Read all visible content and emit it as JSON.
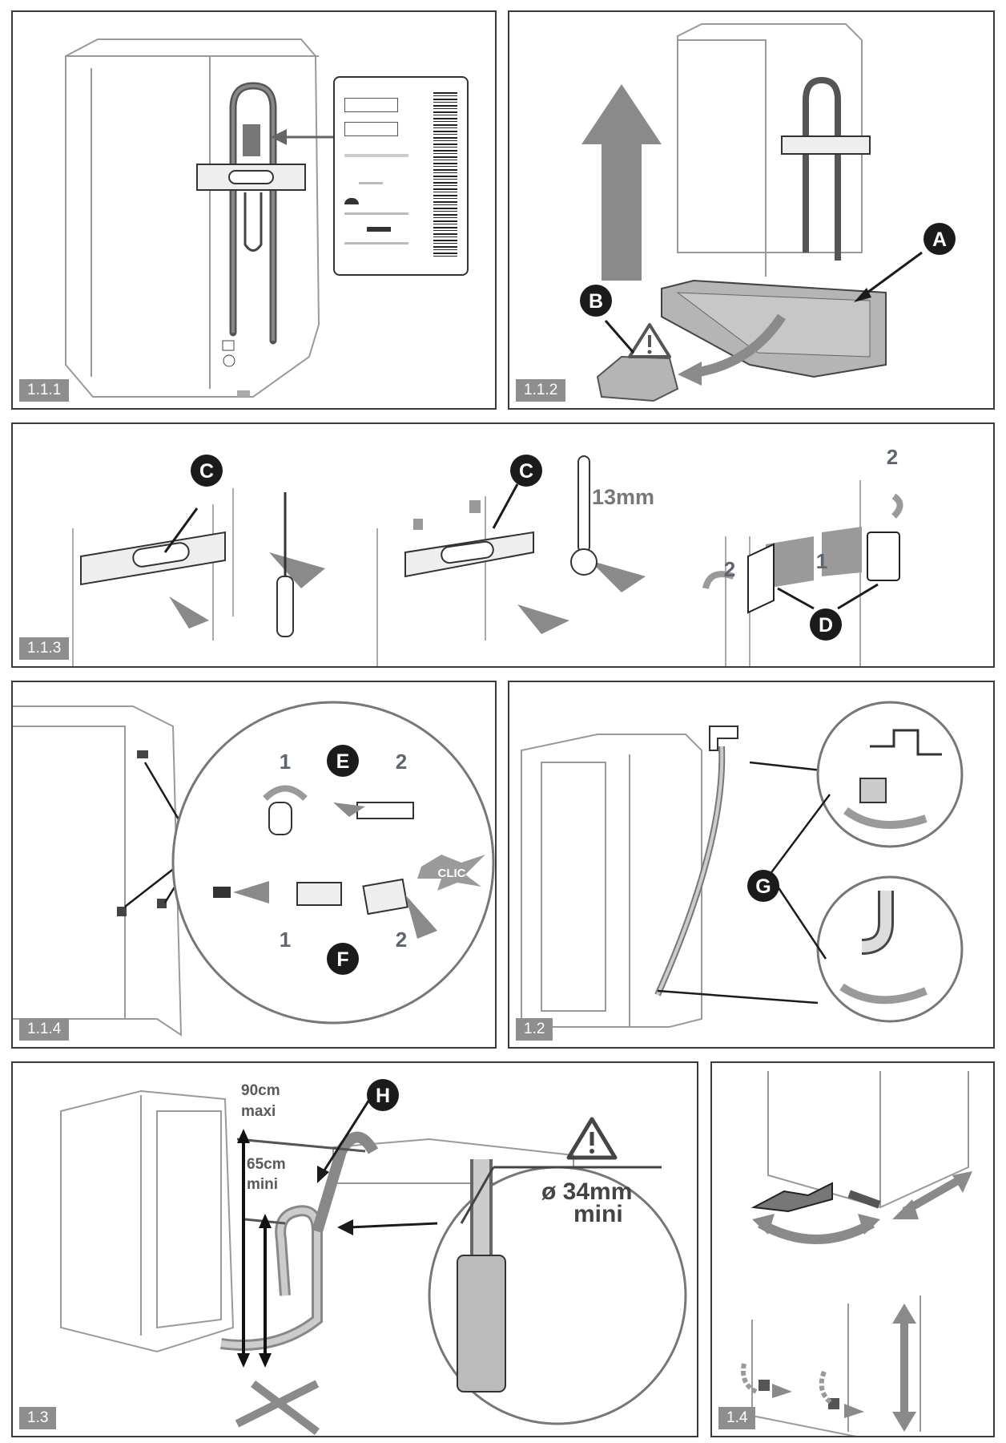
{
  "panels": {
    "p111": {
      "label": "1.1.1"
    },
    "p112": {
      "label": "1.1.2",
      "callouts": [
        "A",
        "B"
      ]
    },
    "p113": {
      "label": "1.1.3",
      "callouts": [
        "C",
        "C",
        "D"
      ],
      "wrench_size": "13mm",
      "steps": [
        "1",
        "2",
        "2"
      ]
    },
    "p114": {
      "label": "1.1.4",
      "callouts": [
        "E",
        "F"
      ],
      "steps_top": [
        "1",
        "2"
      ],
      "steps_bottom": [
        "1",
        "2"
      ],
      "clic": "CLIC"
    },
    "p12": {
      "label": "1.2",
      "callouts": [
        "G"
      ]
    },
    "p13": {
      "label": "1.3",
      "callouts": [
        "H"
      ],
      "max_height": "90cm",
      "max_word": "maxi",
      "min_height": "65cm",
      "min_word": "mini",
      "diameter": "ø 34mm",
      "diameter_word": "mini"
    },
    "p14": {
      "label": "1.4"
    }
  },
  "icons": {
    "warning": "warning-triangle-icon"
  },
  "colors": {
    "callout": "#1b1b1b",
    "arrow_gray": "#8a8a8a",
    "label_bg": "#8e8e8e",
    "border": "#3a3a3a"
  }
}
